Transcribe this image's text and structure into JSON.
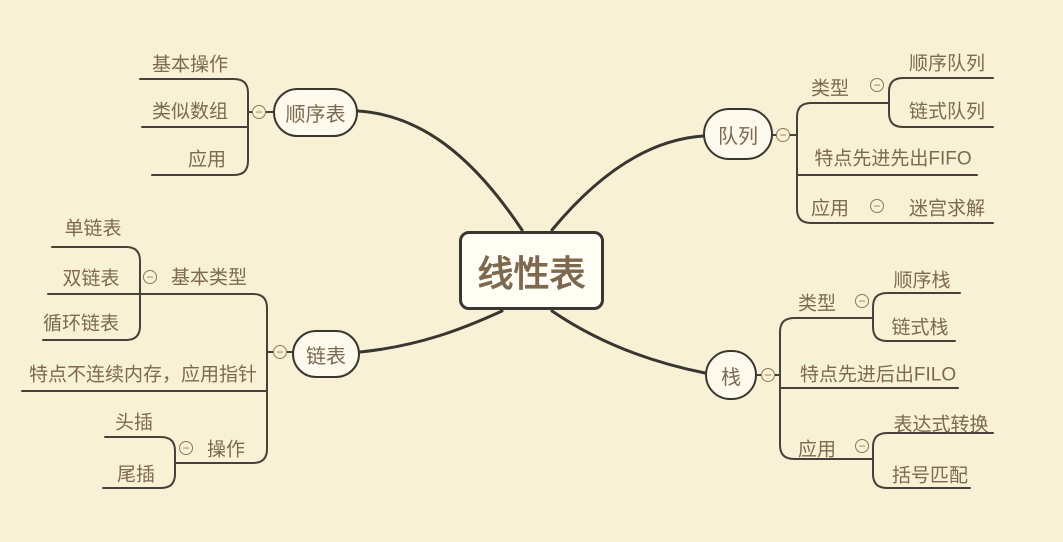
{
  "root": {
    "label": "线性表"
  },
  "branches": {
    "shunxubiao": {
      "label": "顺序表",
      "children": {
        "jiben_caozuo": {
          "label": "基本操作"
        },
        "leisi_shuzu": {
          "label": "类似数组"
        },
        "yingyong": {
          "label": "应用"
        }
      }
    },
    "duilie": {
      "label": "队列",
      "children": {
        "leixing": {
          "label": "类型",
          "children": {
            "shunxu_duilie": {
              "label": "顺序队列"
            },
            "lianshi_duilie": {
              "label": "链式队列"
            }
          }
        },
        "tedian": {
          "label": "特点先进先出FIFO"
        },
        "yingyong": {
          "label": "应用",
          "children": {
            "migong_qiujie": {
              "label": "迷宫求解"
            }
          }
        }
      }
    },
    "lianbiao": {
      "label": "链表",
      "children": {
        "jiben_leixing": {
          "label": "基本类型",
          "children": {
            "dan_lianbiao": {
              "label": "单链表"
            },
            "shuang_lianbiao": {
              "label": "双链表"
            },
            "xunhuan_lianbiao": {
              "label": "循环链表"
            }
          }
        },
        "tedian": {
          "label": "特点不连续内存，应用指针"
        },
        "caozuo": {
          "label": "操作",
          "children": {
            "toucha": {
              "label": "头插"
            },
            "weicha": {
              "label": "尾插"
            }
          }
        }
      }
    },
    "zhan": {
      "label": "栈",
      "children": {
        "leixing": {
          "label": "类型",
          "children": {
            "shunxu_zhan": {
              "label": "顺序栈"
            },
            "lianshi_zhan": {
              "label": "链式栈"
            }
          }
        },
        "tedian": {
          "label": "特点先进后出FILO"
        },
        "yingyong": {
          "label": "应用",
          "children": {
            "biaodashi_zhuanhuan": {
              "label": "表达式转换"
            },
            "kuohao_pipei": {
              "label": "括号匹配"
            }
          }
        }
      }
    }
  },
  "icons": {
    "collapse": "minus-circle-icon",
    "collapse_glyph": "−"
  },
  "colors": {
    "background": "#f9f1d6",
    "main_line": "#393630",
    "branch_line": "#46423a",
    "root_fill": "#fffdf4",
    "ellipse_fill": "#fdf9ec",
    "text": "#7c6950",
    "icon_stroke": "#8d7a52"
  }
}
